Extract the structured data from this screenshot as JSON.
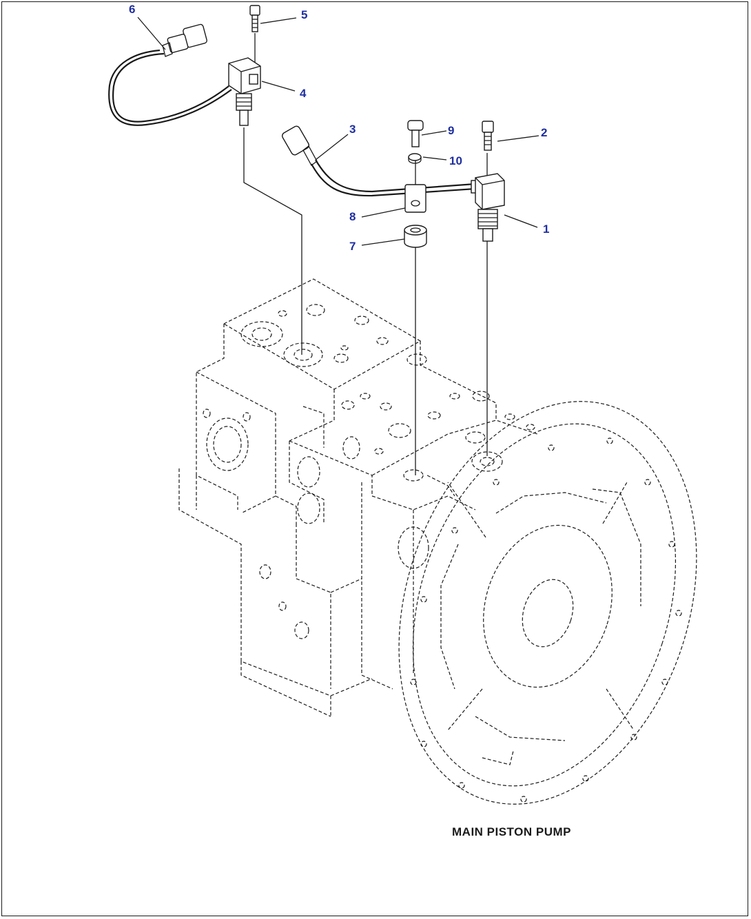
{
  "diagram": {
    "caption": "MAIN PISTON PUMP",
    "callouts": [
      {
        "id": "c1",
        "label": "1"
      },
      {
        "id": "c2",
        "label": "2"
      },
      {
        "id": "c3",
        "label": "3"
      },
      {
        "id": "c4",
        "label": "4"
      },
      {
        "id": "c5",
        "label": "5"
      },
      {
        "id": "c6",
        "label": "6"
      },
      {
        "id": "c7",
        "label": "7"
      },
      {
        "id": "c8",
        "label": "8"
      },
      {
        "id": "c9",
        "label": "9"
      },
      {
        "id": "c10",
        "label": "10"
      }
    ],
    "colors": {
      "callout": "#1f2fa0",
      "line": "#1a1a1a",
      "background": "#ffffff"
    }
  }
}
